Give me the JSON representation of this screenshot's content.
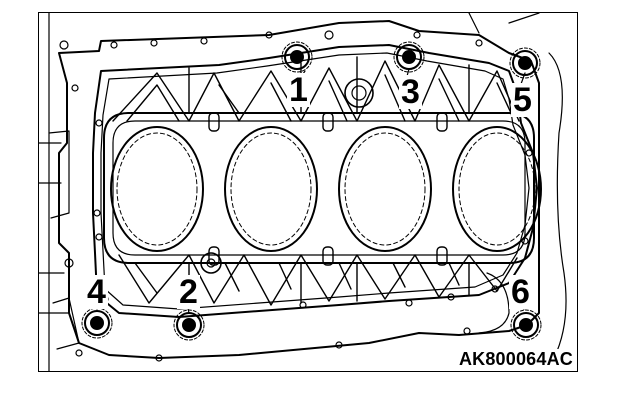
{
  "figure": {
    "code": "AK800064AC",
    "bolt_callouts": [
      {
        "label": "1",
        "name": "bolt-callout-1"
      },
      {
        "label": "2",
        "name": "bolt-callout-2"
      },
      {
        "label": "3",
        "name": "bolt-callout-3"
      },
      {
        "label": "4",
        "name": "bolt-callout-4"
      },
      {
        "label": "5",
        "name": "bolt-callout-5"
      },
      {
        "label": "6",
        "name": "bolt-callout-6"
      }
    ]
  }
}
